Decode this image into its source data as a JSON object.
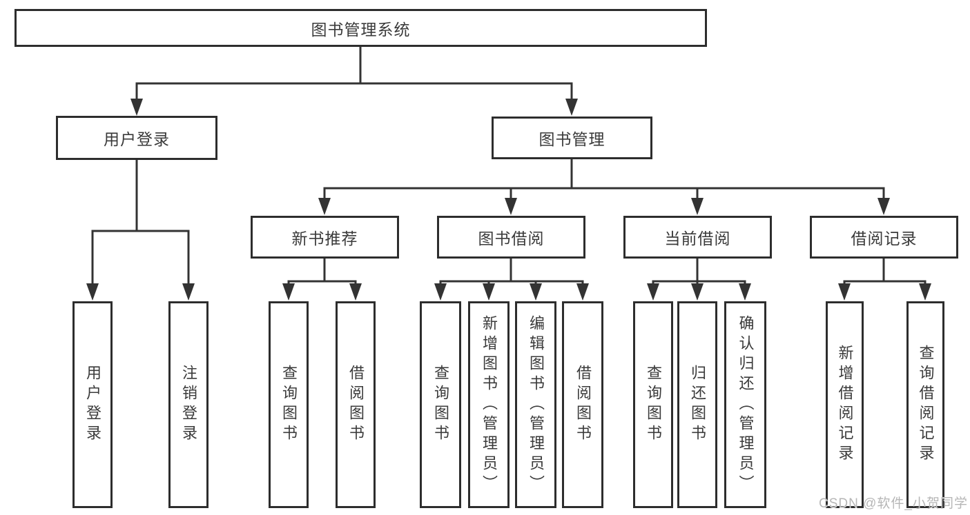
{
  "tree": {
    "root": {
      "label": "图书管理系统"
    },
    "children": [
      {
        "label": "用户登录",
        "children": [
          {
            "label": "用户登录"
          },
          {
            "label": "注销登录"
          }
        ]
      },
      {
        "label": "图书管理",
        "children": [
          {
            "label": "新书推荐",
            "children": [
              {
                "label": "查询图书"
              },
              {
                "label": "借阅图书"
              }
            ]
          },
          {
            "label": "图书借阅",
            "children": [
              {
                "label": "查询图书"
              },
              {
                "label": "新增图书（管理员）"
              },
              {
                "label": "编辑图书（管理员）"
              },
              {
                "label": "借阅图书"
              }
            ]
          },
          {
            "label": "当前借阅",
            "children": [
              {
                "label": "查询图书"
              },
              {
                "label": "归还图书"
              },
              {
                "label": "确认归还（管理员）"
              }
            ]
          },
          {
            "label": "借阅记录",
            "children": [
              {
                "label": "新增借阅记录"
              },
              {
                "label": "查询借阅记录"
              }
            ]
          }
        ]
      }
    ]
  },
  "watermark": {
    "text": "CSDN @软件_小贺同学"
  },
  "colors": {
    "line": "#333333",
    "box_border": "#2d2d2d",
    "text": "#3a3a3a",
    "background": "#ffffff",
    "watermark": "#b6b6b6"
  }
}
